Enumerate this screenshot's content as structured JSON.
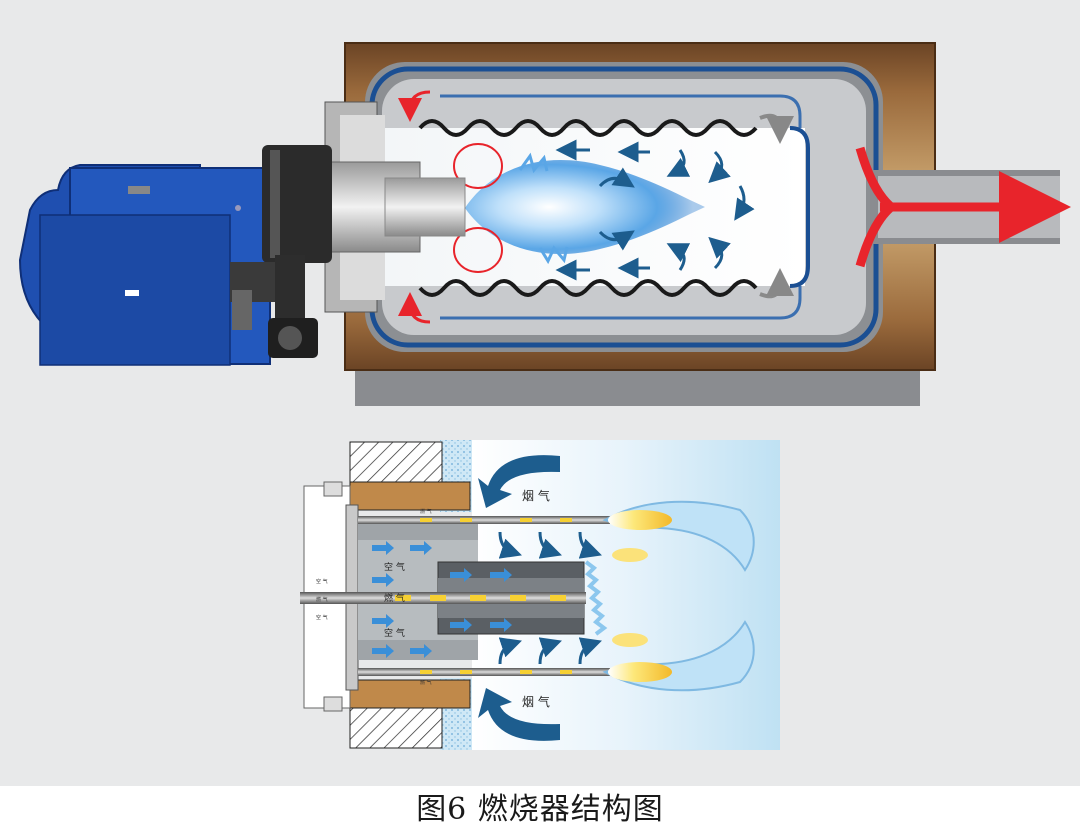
{
  "caption": "图6 燃烧器结构图",
  "labels": {
    "flue_gas_top": "烟 气",
    "flue_gas_bottom": "烟 气",
    "air_top": "空 气",
    "air_bottom": "空 气",
    "fuel": "燃 气",
    "side_air": "空 气",
    "side_fuel": "燃 气",
    "side_air2": "空 气",
    "pipe_top": "燃 气",
    "pipe_bottom": "燃 气"
  },
  "colors": {
    "burner_blue": "#1f4fb0",
    "boiler_brown": "#7a5030",
    "water_jacket": "#1b4f93",
    "hot_gas": "#e8242b",
    "flame_blue": "#5aa6e6",
    "flue_arrow": "#1d5d8e",
    "flame_yellow": "#f6d033"
  }
}
